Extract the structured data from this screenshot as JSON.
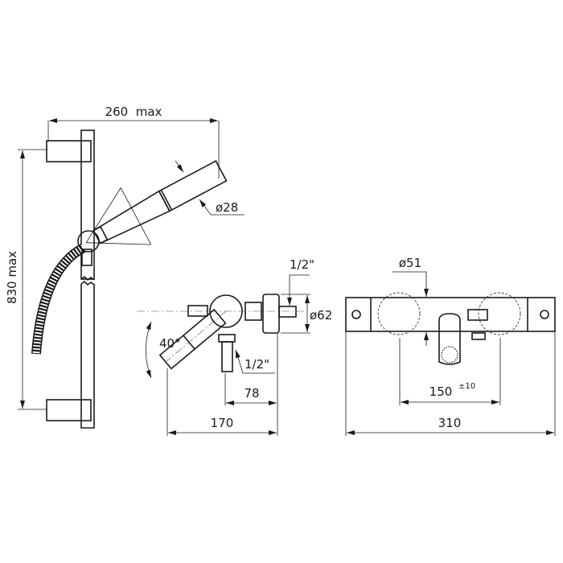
{
  "dimensions": {
    "shower_width": "260  max",
    "shower_height": "830 max",
    "handset_diameter": "ø28",
    "inlet_thread_top": "1/2\"",
    "outlet_thread": "1/2\"",
    "flange_diameter": "ø62",
    "spout_angle": "40°",
    "outlet_offset": "78",
    "projection": "170",
    "knob_diameter": "ø51",
    "centers": "150",
    "centers_tolerance": "±10",
    "overall_width": "310"
  }
}
